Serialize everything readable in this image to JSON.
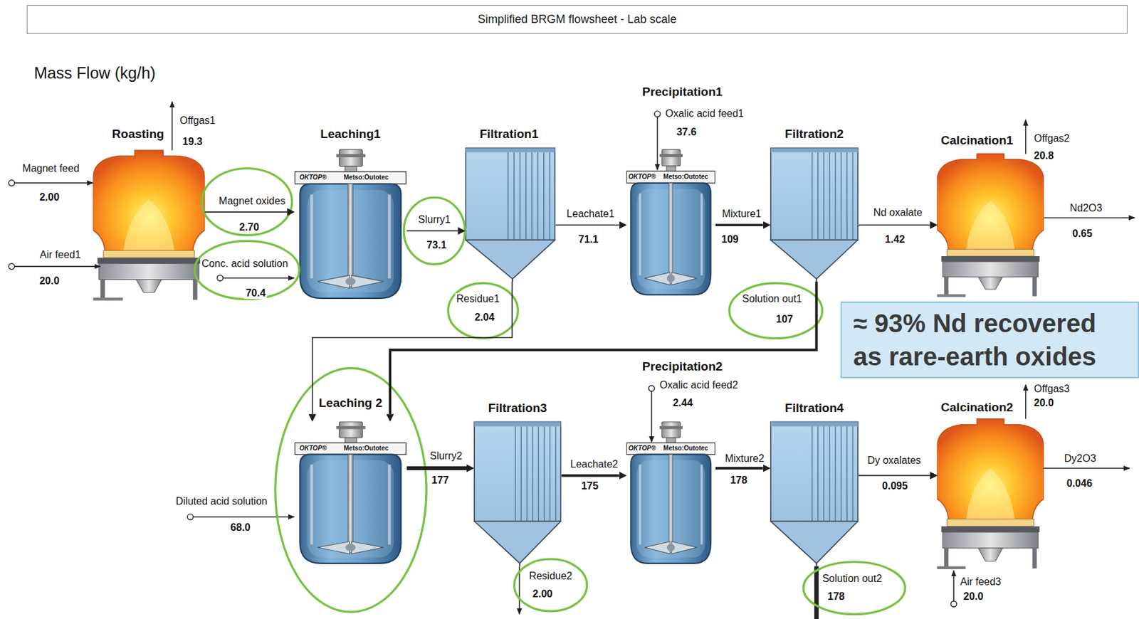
{
  "diagram": {
    "title": "Simplified BRGM flowsheet - Lab scale",
    "nodes": [
      {
        "text": [
          "Roasting"
        ]
      },
      {
        "text": [
          "Leaching1"
        ]
      },
      {
        "text": [
          "Filtration1"
        ]
      },
      {
        "text": [
          "Precipitation1"
        ]
      },
      {
        "text": [
          "Filtration2"
        ]
      },
      {
        "text": [
          "Calcination1"
        ]
      },
      {
        "text": [
          "≈ 93% Nd recovered as rare-earth oxides"
        ]
      },
      {
        "text": [
          "Leaching 2"
        ]
      },
      {
        "text": [
          "Filtration3"
        ]
      },
      {
        "text": [
          "Precipitation2"
        ]
      },
      {
        "text": [
          "Filtration4"
        ]
      },
      {
        "text": [
          "Calcination2"
        ]
      }
    ],
    "edges": [
      {
        "from": 0,
        "to": 1,
        "arrow": "to",
        "label": "Magnet oxides"
      },
      {
        "from": 1,
        "to": 2,
        "arrow": "to",
        "label": "Slurry1"
      },
      {
        "from": 2,
        "to": 3,
        "arrow": "to",
        "label": "Leachate1"
      },
      {
        "from": 3,
        "to": 4,
        "arrow": "to",
        "label": "Mixture1"
      },
      {
        "from": 4,
        "to": 5,
        "arrow": "to",
        "label": "Nd oxalate"
      },
      {
        "from": 2,
        "to": 7,
        "arrow": "to",
        "label": "Residue1"
      },
      {
        "from": 4,
        "to": 7,
        "arrow": "to",
        "label": "Solution out1"
      },
      {
        "from": 7,
        "to": 8,
        "arrow": "to",
        "label": "Slurry2"
      },
      {
        "from": 8,
        "to": 9,
        "arrow": "to",
        "label": "Leachate2"
      },
      {
        "from": 9,
        "to": 10,
        "arrow": "to",
        "label": "Mixture2"
      },
      {
        "from": 10,
        "to": 11,
        "arrow": "to",
        "label": "Dy oxalates"
      }
    ],
    "labels": [
      "Mass Flow (kg/h)",
      "Magnet feed",
      "2.00",
      "Air feed1",
      "20.0",
      "Offgas1",
      "19.3",
      "2.70",
      "Conc. acid solution",
      "70.4",
      "OKTOP®",
      "Metso:Outotec",
      "73.1",
      "2.04",
      "71.1",
      "Oxalic acid feed1",
      "37.6",
      "OKTOP®",
      "Metso:Outotec",
      "109",
      "107",
      "1.42",
      "Offgas2",
      "20.8",
      "Nd2O3",
      "0.65",
      "Diluted acid solution",
      "68.0",
      "OKTOP®",
      "Metso:Outotec",
      "177",
      "Residue2",
      "2.00",
      "175",
      "Oxalic acid feed2",
      "2.44",
      "OKTOP®",
      "Metso:Outotec",
      "178",
      "0.095",
      "Solution out2",
      "178",
      "Offgas3",
      "20.0",
      "Dy2O3",
      "0.046",
      "Air feed3",
      "20.0"
    ]
  }
}
